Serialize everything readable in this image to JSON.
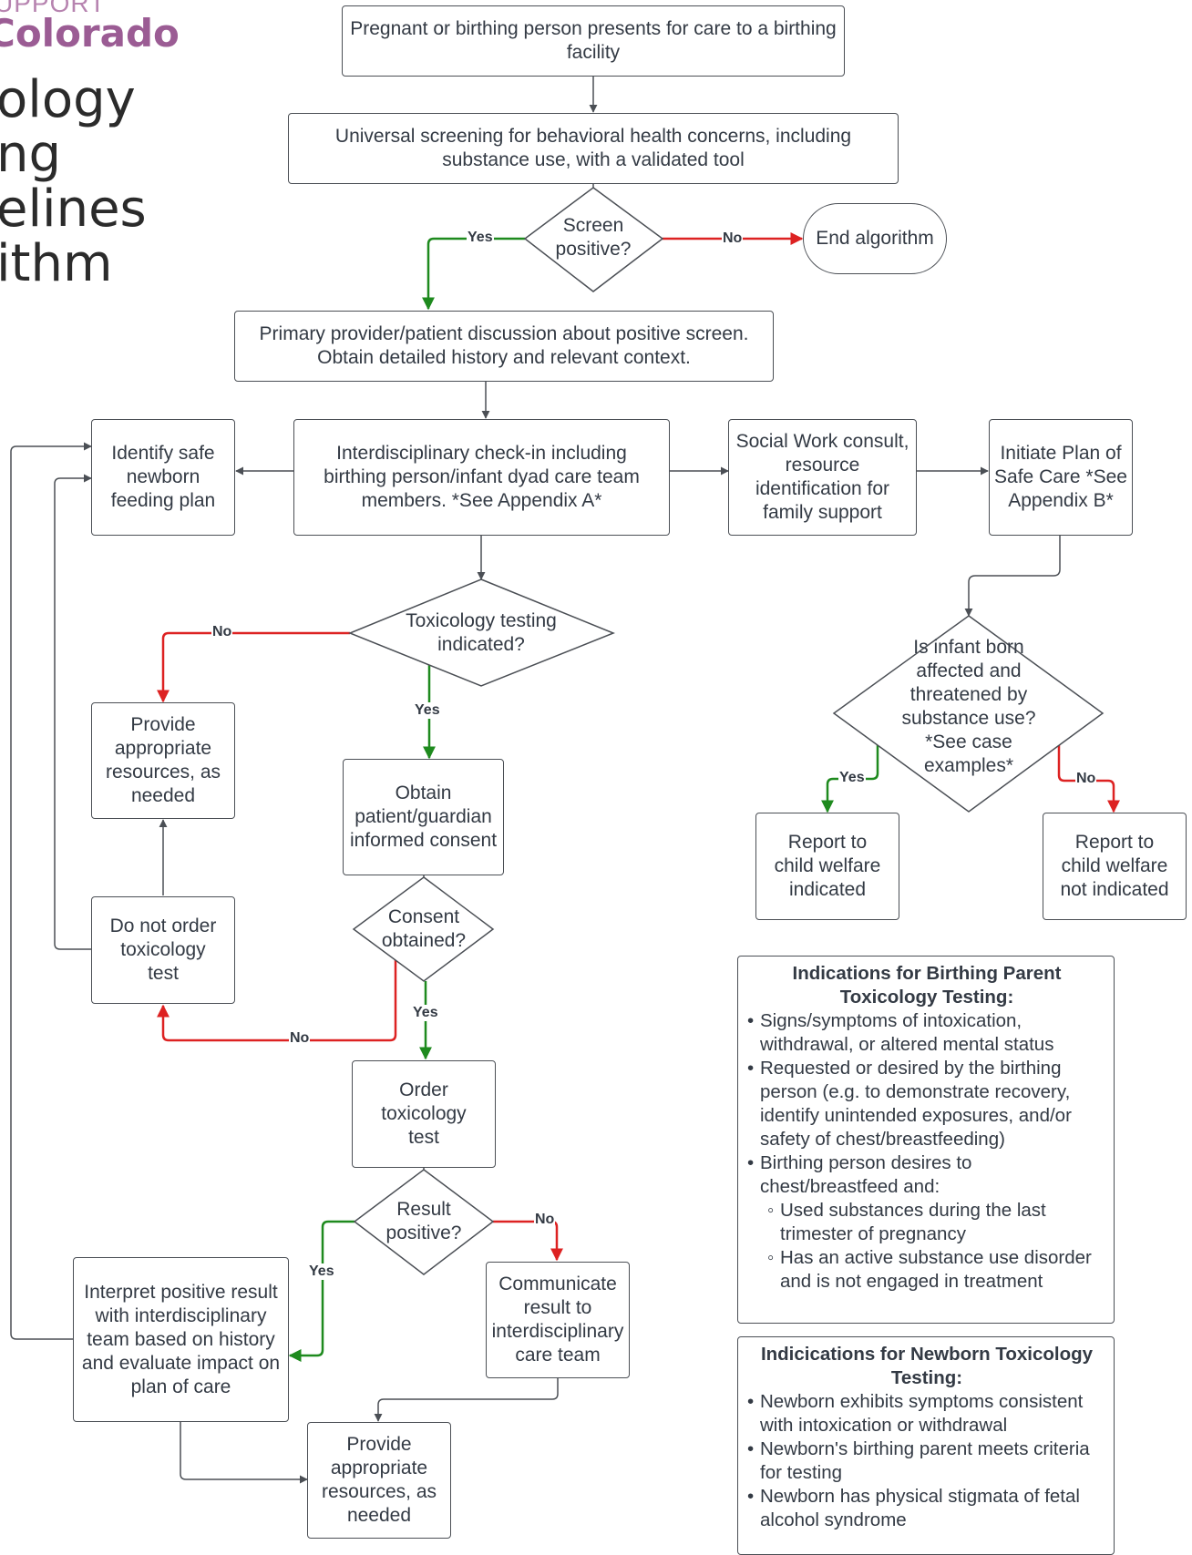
{
  "header": {
    "brand_top": "UPPORT",
    "brand": "Colorado",
    "title_lines": [
      "ology",
      "ng",
      "elines",
      "ithm"
    ]
  },
  "nodes": {
    "n1": "Pregnant or birthing person presents for care to a birthing facility",
    "n2": "Universal screening for behavioral health concerns, including substance use, with a validated tool",
    "d_screen": "Screen positive?",
    "end": "End algorithm",
    "n3": "Primary provider/patient discussion about positive screen. Obtain detailed history and relevant context.",
    "n_feed": "Identify safe newborn feeding plan",
    "n_inter": "Interdisciplinary check-in including birthing person/infant dyad care team members. *See Appendix A*",
    "n_sw": "Social Work consult, resource identification for family support",
    "n_plan": "Initiate Plan of Safe Care *See Appendix  B*",
    "d_tox": "Toxicology testing indicated?",
    "d_infant": "Is infant born affected and threatened by  substance use? *See case examples*",
    "n_res1": "Provide appropriate resources, as needed",
    "n_consent": "Obtain patient/guardian informed consent",
    "d_consent": "Consent obtained?",
    "n_donot": "Do not order toxicology test",
    "n_order": "Order toxicology test",
    "d_result": "Result positive?",
    "n_interpret": "Interpret positive result with interdisciplinary team based on history and evaluate impact on plan of care",
    "n_comm": "Communicate result to interdisciplinary care team",
    "n_res2": "Provide appropriate resources, as needed",
    "n_rep_yes": "Report to child welfare indicated",
    "n_rep_no": "Report to child welfare not indicated"
  },
  "labels": {
    "yes": "Yes",
    "no": "No"
  },
  "indications_parent": {
    "title": "Indications for Birthing Parent Toxicology Testing:",
    "items": [
      "Signs/symptoms of intoxication, withdrawal, or altered mental status",
      "Requested or desired by the birthing person (e.g. to demonstrate recovery, identify unintended exposures, and/or safety of chest/breastfeeding)",
      "Birthing person desires to chest/breastfeed and:"
    ],
    "subitems": [
      "Used substances during the last trimester of pregnancy",
      "Has an active substance use disorder and is not engaged in treatment"
    ]
  },
  "indications_newborn": {
    "title": "Indicications for Newborn Toxicology Testing:",
    "items": [
      "Newborn exhibits symptoms consistent with intoxication or withdrawal",
      "Newborn's birthing parent meets criteria for testing",
      "Newborn has physical stigmata of fetal alcohol syndrome"
    ]
  },
  "colors": {
    "yes": "#1e8a1e",
    "no": "#dd2222",
    "neutral": "#4b4f55",
    "brand": "#9b5c94"
  }
}
